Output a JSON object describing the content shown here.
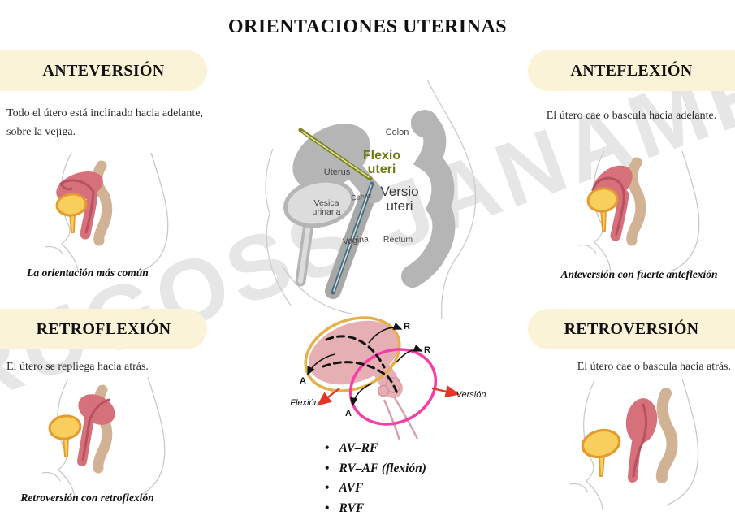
{
  "page": {
    "title": "ORIENTACIONES UTERINAS",
    "watermark": "RUGOSS JANAMPA"
  },
  "sections": {
    "anteversion": {
      "heading": "ANTEVERSIÓN",
      "description": "Todo el útero está inclinado hacia adelante, sobre la vejiga.",
      "caption": "La orientación más común"
    },
    "anteflexion": {
      "heading": "ANTEFLEXIÓN",
      "description": "El útero cae o bascula hacia adelante.",
      "caption": "Anteversión con fuerte anteflexión"
    },
    "retroflexion": {
      "heading": "RETROFLEXIÓN",
      "description": "El útero se repliega hacia atrás."
    },
    "retroversion": {
      "heading": "RETROVERSIÓN",
      "description": "El útero cae o bascula hacia atrás.",
      "caption_left_figure": "Retroversión con retroflexión"
    }
  },
  "anatomy_diagram": {
    "labels": {
      "colon": "Colon",
      "uterus": "Uterus",
      "flexio_uteri": "Flexio uteri",
      "versio_uteri": "Versio uteri",
      "cervix": "Cervix",
      "vesica_urinaria": "Vesica urinaria",
      "vagina": "Vagina",
      "rectum": "Rectum"
    }
  },
  "axes_diagram": {
    "labels": {
      "r_top": "R",
      "r_right": "R",
      "a_left": "A",
      "a_bottom": "A",
      "flexion": "Flexión",
      "version": "Versión"
    }
  },
  "abbreviations": {
    "items": [
      "AV–RF",
      "RV–AF (flexión)",
      "AVF",
      "RVF"
    ]
  },
  "colors": {
    "heading_background": "#faf3d8",
    "uterus_pink": "#d6717c",
    "uterus_inner": "#b8515f",
    "bladder_yellow": "#f8ce5c",
    "bladder_outline": "#e39a2f",
    "rectum_tan": "#d2b294",
    "body_outline": "#c9c9c9",
    "diagram_gray": "#b5b5b5",
    "flexio_olive": "#6f7a14",
    "axis_gold": "#e5b04a",
    "axis_magenta": "#f43fa6",
    "arrow_red": "#e53529",
    "watermark_gray": "#cfcfcf"
  }
}
